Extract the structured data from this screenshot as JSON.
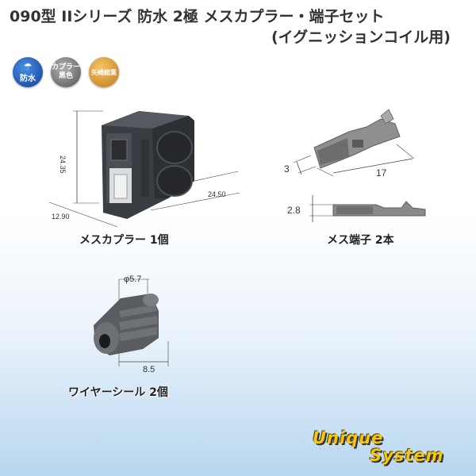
{
  "title": {
    "line1": "090型 IIシリーズ 防水 2極 メスカプラー・端子セット",
    "line2": "(イグニッションコイル用)"
  },
  "badges": {
    "waterproof": "防水",
    "coupler_color_line1": "カプラー",
    "coupler_color_line2": "黒色",
    "maker": "矢崎総業"
  },
  "captions": {
    "coupler": "メスカプラー 1個",
    "terminal": "メス端子 2本",
    "seal": "ワイヤーシール 2個"
  },
  "dimensions": {
    "coupler_height": "24.35",
    "coupler_width": "24.50",
    "coupler_depth": "12.90",
    "terminal_width": "3",
    "terminal_length": "17",
    "terminal_height": "2.8",
    "seal_diameter": "φ5.7",
    "seal_length": "8.5"
  },
  "logo": {
    "line1": "Unique",
    "line2": "System"
  },
  "colors": {
    "coupler_body": "#3a3d42",
    "terminal_metal": "#8f8f8f",
    "seal_body": "#5a5c60",
    "logo_yellow": "#f3c712",
    "background_bottom": "#b7d6ef"
  }
}
